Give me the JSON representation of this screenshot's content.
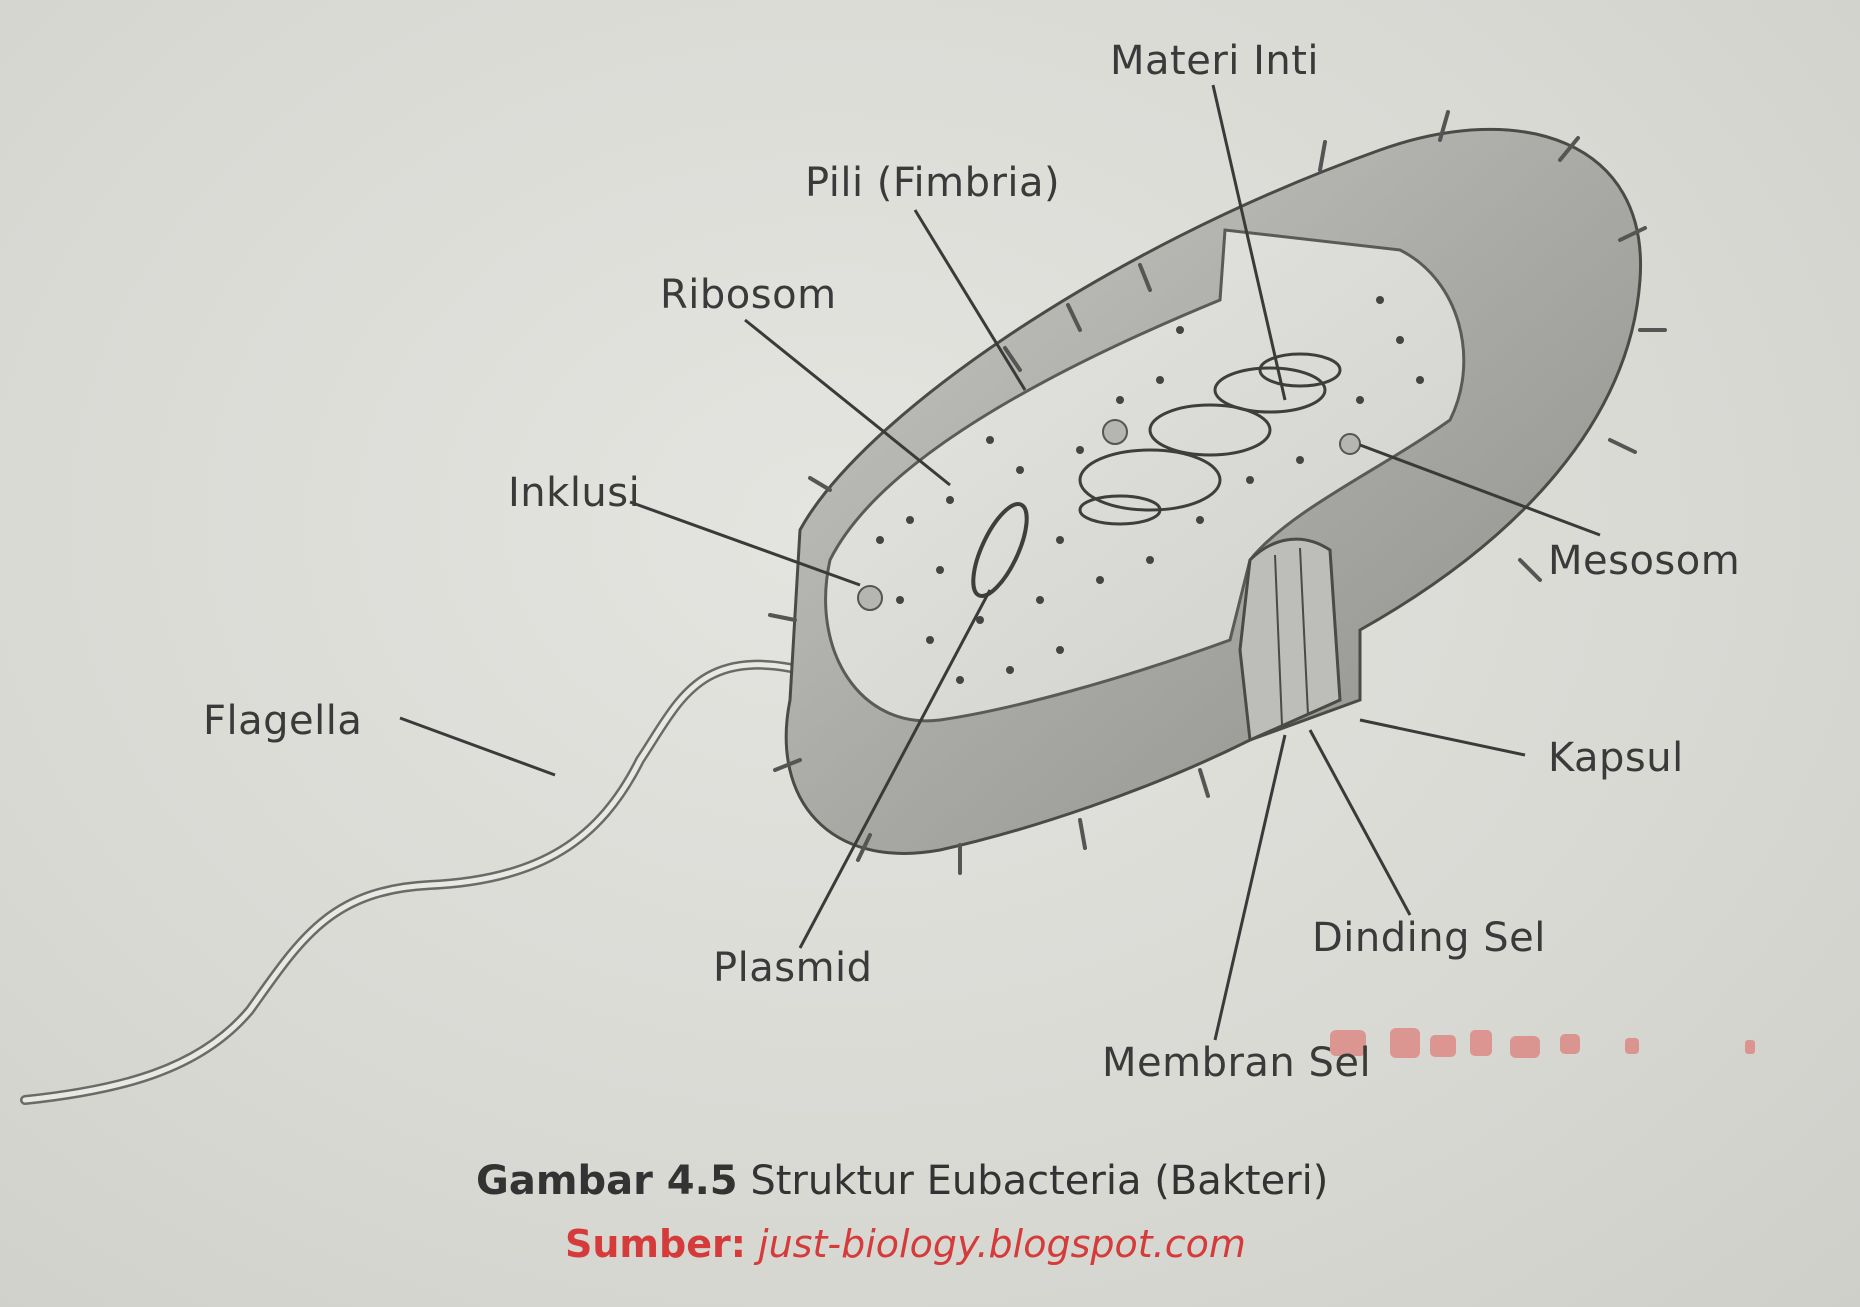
{
  "labels": {
    "materi_inti": "Materi Inti",
    "pili": "Pili (Fimbria)",
    "ribosom": "Ribosom",
    "inklusi": "Inklusi",
    "mesosom": "Mesosom",
    "flagella": "Flagella",
    "kapsul": "Kapsul",
    "dinding_sel": "Dinding Sel",
    "plasmid": "Plasmid",
    "membran_sel": "Membran Sel"
  },
  "caption": {
    "figure_number": "Gambar 4.5",
    "title": "Struktur Eubacteria (Bakteri)"
  },
  "source": {
    "label": "Sumber:",
    "url": "just-biology.blogspot.com"
  },
  "colors": {
    "paper": "#dcdcd8",
    "ink": "#333333",
    "source_red": "#d63b3b"
  }
}
